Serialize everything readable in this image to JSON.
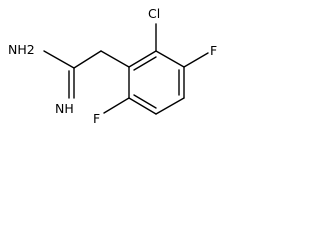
{
  "molecule": {
    "atoms": {
      "nh2": "NH2",
      "nh": "NH",
      "cl": "Cl",
      "f_top": "F",
      "f_bottom": "F"
    }
  }
}
